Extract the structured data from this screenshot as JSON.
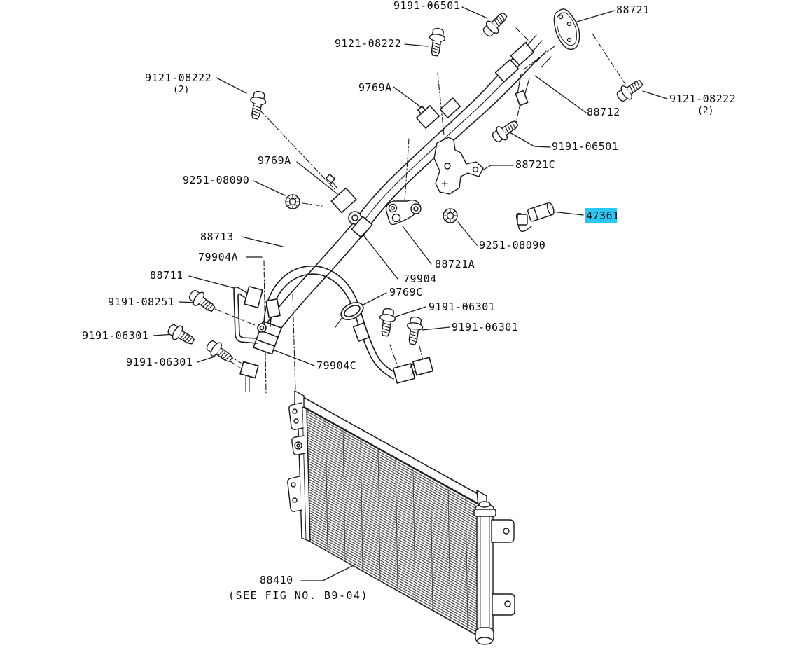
{
  "diagram": {
    "description": "A/C piping exploded parts diagram",
    "highlight_color": "#2bc7f5",
    "line_color": "#1a1a1a",
    "fig_note": "(SEE FIG NO. B9-04)"
  },
  "labels": [
    {
      "text": "9191-06501"
    },
    {
      "text": "88721"
    },
    {
      "text": "9121-08222"
    },
    {
      "text": "9121-08222",
      "qty": "(2)"
    },
    {
      "text": "9769A"
    },
    {
      "text": "9121-08222",
      "qty": "(2)"
    },
    {
      "text": "88712"
    },
    {
      "text": "9191-06501"
    },
    {
      "text": "88721C"
    },
    {
      "text": "9769A"
    },
    {
      "text": "9251-08090"
    },
    {
      "text": "47361",
      "highlighted": true
    },
    {
      "text": "9251-08090"
    },
    {
      "text": "88721A"
    },
    {
      "text": "88713"
    },
    {
      "text": "79904A"
    },
    {
      "text": "88711"
    },
    {
      "text": "79904"
    },
    {
      "text": "9769C"
    },
    {
      "text": "9191-08251"
    },
    {
      "text": "9191-06301"
    },
    {
      "text": "9191-06301"
    },
    {
      "text": "9191-06301"
    },
    {
      "text": "9191-06301"
    },
    {
      "text": "79904C"
    },
    {
      "text": "88410"
    },
    {
      "text": "(SEE FIG NO. B9-04)"
    }
  ]
}
